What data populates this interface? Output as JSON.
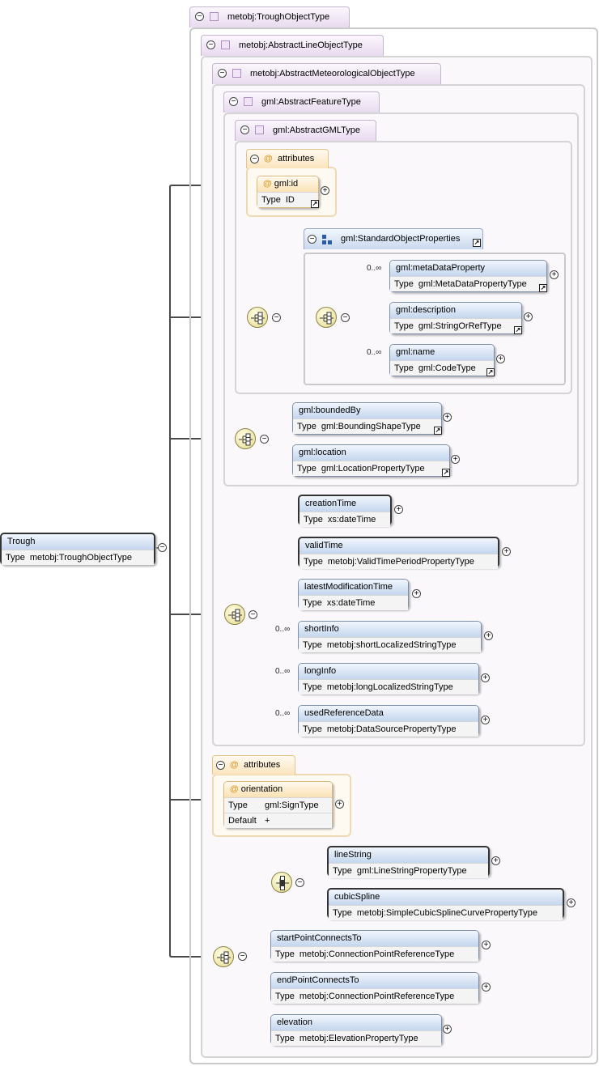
{
  "types": {
    "trough_object": "metobj:TroughObjectType",
    "abstract_line": "metobj:AbstractLineObjectType",
    "abstract_met": "metobj:AbstractMeteorologicalObjectType",
    "abstract_feature": "gml:AbstractFeatureType",
    "abstract_gml": "gml:AbstractGMLType"
  },
  "attribute_group_label": "attributes",
  "root": {
    "name": "Trough",
    "type_label": "Type",
    "type": "metobj:TroughObjectType"
  },
  "gml_id": {
    "name": "gml:id",
    "type_label": "Type",
    "type": "ID"
  },
  "standard_props": {
    "label": "gml:StandardObjectProperties",
    "items": [
      {
        "name": "gml:metaDataProperty",
        "type_label": "Type",
        "type": "gml:MetaDataPropertyType",
        "occurs": "0..∞"
      },
      {
        "name": "gml:description",
        "type_label": "Type",
        "type": "gml:StringOrRefType",
        "occurs": ""
      },
      {
        "name": "gml:name",
        "type_label": "Type",
        "type": "gml:CodeType",
        "occurs": "0..∞"
      }
    ]
  },
  "feature_items": [
    {
      "name": "gml:boundedBy",
      "type_label": "Type",
      "type": "gml:BoundingShapeType"
    },
    {
      "name": "gml:location",
      "type_label": "Type",
      "type": "gml:LocationPropertyType"
    }
  ],
  "met_items": [
    {
      "name": "creationTime",
      "type_label": "Type",
      "type": "xs:dateTime",
      "occurs": ""
    },
    {
      "name": "validTime",
      "type_label": "Type",
      "type": "metobj:ValidTimePeriodPropertyType",
      "occurs": ""
    },
    {
      "name": "latestModificationTime",
      "type_label": "Type",
      "type": "xs:dateTime",
      "occurs": ""
    },
    {
      "name": "shortInfo",
      "type_label": "Type",
      "type": "metobj:shortLocalizedStringType",
      "occurs": "0..∞"
    },
    {
      "name": "longInfo",
      "type_label": "Type",
      "type": "metobj:longLocalizedStringType",
      "occurs": "0..∞"
    },
    {
      "name": "usedReferenceData",
      "type_label": "Type",
      "type": "metobj:DataSourcePropertyType",
      "occurs": "0..∞"
    }
  ],
  "orientation": {
    "name": "orientation",
    "type_label": "Type",
    "type": "gml:SignType",
    "default_label": "Default",
    "default": "+"
  },
  "choice_items": [
    {
      "name": "lineString",
      "type_label": "Type",
      "type": "gml:LineStringPropertyType"
    },
    {
      "name": "cubicSpline",
      "type_label": "Type",
      "type": "metobj:SimpleCubicSplineCurvePropertyType"
    }
  ],
  "line_items": [
    {
      "name": "startPointConnectsTo",
      "type_label": "Type",
      "type": "metobj:ConnectionPointReferenceType"
    },
    {
      "name": "endPointConnectsTo",
      "type_label": "Type",
      "type": "metobj:ConnectionPointReferenceType"
    },
    {
      "name": "elevation",
      "type_label": "Type",
      "type": "metobj:ElevationPropertyType"
    }
  ],
  "symbols": {
    "minus": "−",
    "plus": "+",
    "link": "↗",
    "at": "@"
  }
}
